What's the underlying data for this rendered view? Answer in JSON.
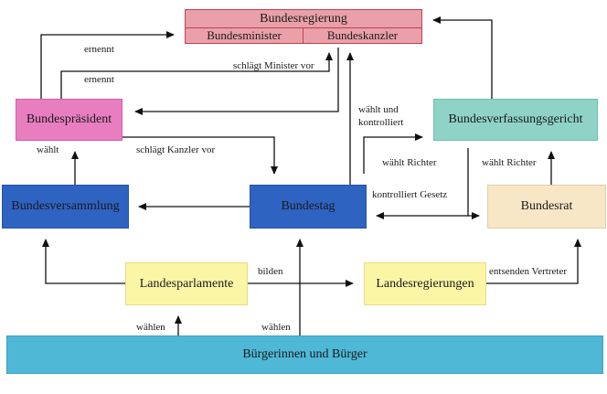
{
  "nodes": {
    "bundesregierung": "Bundesregierung",
    "bundesminister": "Bundesminister",
    "bundeskanzler": "Bundeskanzler",
    "bundespraesident": "Bundespräsident",
    "bundesverfassungsgericht": "Bundesverfassungsgericht",
    "bundesversammlung": "Bundesversammlung",
    "bundestag": "Bundestag",
    "bundesrat": "Bundesrat",
    "landesparlamente": "Landesparlamente",
    "landesregierungen": "Landesregierungen",
    "buerger": "Bürgerinnen und Bürger"
  },
  "labels": {
    "ernennt_minister": "ernennt",
    "ernennt_praesident": "ernennt",
    "schlaegt_minister_vor": "schlägt Minister vor",
    "waehlt_praesident": "wählt",
    "schlaegt_kanzler_vor": "schlägt Kanzler vor",
    "waehlt_und": "wählt und",
    "kontrolliert": "kontrolliert",
    "waehlt_richter_1": "wählt Richter",
    "waehlt_richter_2": "wählt Richter",
    "kontrolliert_gesetz": "kontrolliert Gesetz",
    "bilden": "bilden",
    "entsenden_vertreter": "entsenden Vertreter",
    "waehlen_1": "wählen",
    "waehlen_2": "wählen"
  },
  "colors": {
    "bundesregierung": "#e9a0a8",
    "bundespraesident": "#e87ec0",
    "bundesverfassungsgericht": "#8fd3c6",
    "bundesorgane_blau": "#2f63c2",
    "bundesrat": "#f7e7c6",
    "land": "#fbf5a6",
    "buerger": "#4fb8d6",
    "arrow": "#111111"
  }
}
